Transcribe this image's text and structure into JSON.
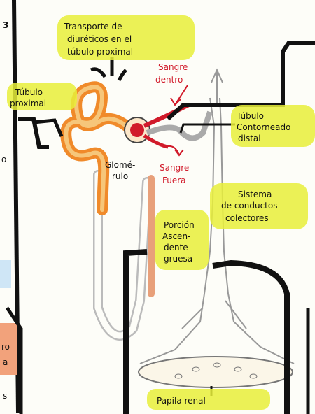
{
  "page_marker": "3",
  "labels": {
    "transport_title": [
      "Transporte de",
      "diuréticos en el",
      "túbulo proximal"
    ],
    "tubulo_proximal": [
      "Túbulo",
      "proximal"
    ],
    "sangre_dentro": [
      "Sangre",
      "dentro"
    ],
    "tubulo_contorneado": [
      "Túbulo",
      "Contorneado",
      "distal"
    ],
    "glomerulo": [
      "Glomé-",
      "rulo"
    ],
    "sangre_fuera": [
      "Sangre",
      "Fuera"
    ],
    "sistema_conductos": [
      "Sistema",
      "de conductos",
      "colectores"
    ],
    "porcion_ascendente": [
      "Porción",
      "Ascen-",
      "dente",
      "gruesa"
    ],
    "papila_renal": "Papila renal",
    "left_fragment": "o",
    "left_box_fragment": [
      "ro",
      "a"
    ],
    "left_bottom_fragment": "s"
  },
  "colors": {
    "ink": "#111111",
    "highlight": "#e7ef3a",
    "tubule_orange": "#f08a2a",
    "tubule_light": "#f6c67a",
    "blood_red": "#d11a2a",
    "ascending_pink": "#e8a07a",
    "side_blue": "#cfe6f6",
    "side_salmon": "#f2a27b"
  }
}
